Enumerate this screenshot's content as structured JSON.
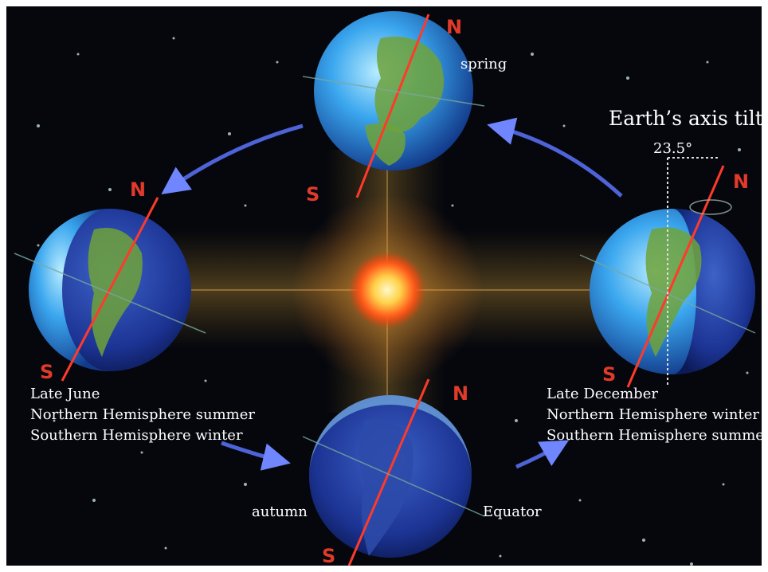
{
  "labels": {
    "spring": "spring",
    "autumn": "autumn",
    "equator": "Equator",
    "axis_title": "Earth’s axis tilted",
    "axis_angle": "23.5°",
    "june": {
      "date": "Late June",
      "north": "Northern Hemisphere summer",
      "south": "Southern Hemisphere winter"
    },
    "december": {
      "date": "Late December",
      "north": "Northern Hemisphere winter",
      "south": "Southern Hemisphere summer"
    },
    "north": "N",
    "south": "S"
  },
  "colors": {
    "space": "#05070d",
    "sun_core": "#fff2a8",
    "sun_edge": "#ff4a1a",
    "ocean": "#2f86e0",
    "land": "#6fa23a",
    "orbit_arrow": "#4f63d8",
    "pole_label": "#e23a2a"
  }
}
